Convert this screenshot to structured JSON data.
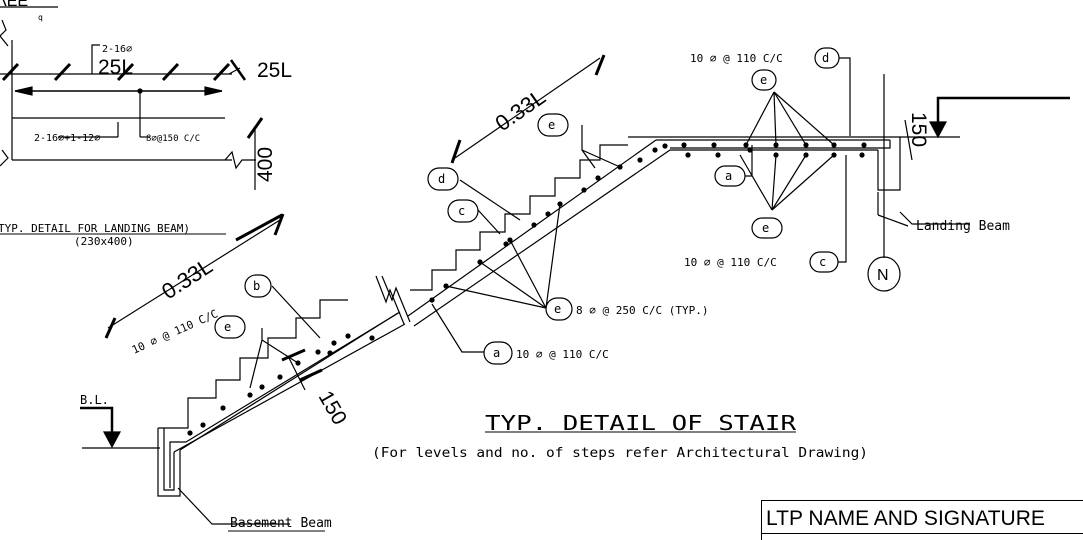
{
  "beam_detail": {
    "top_fragment": "ΛEE",
    "q_mark": "q",
    "top_bar": "2-16⌀",
    "span_left": "25L",
    "span_right": "25L",
    "bottom_bar": "2-16⌀+1-12⌀",
    "stirrups": "8⌀@150 C/C",
    "depth": "400",
    "caption": "TYP. DETAIL FOR LANDING BEAM)",
    "size": "(230x400)"
  },
  "stair": {
    "title": "TYP. DETAIL OF STAIR",
    "note": "(For levels and no. of steps refer Architectural Drawing)",
    "dim_upper": "0.33L",
    "dim_lower": "0.33L",
    "dim_150_bottom": "150",
    "dim_150_top": "150",
    "bl_label": "B.L.",
    "basement_beam": "Basement Beam",
    "landing_beam": "Landing Beam",
    "north": "N",
    "callouts": {
      "d_top": {
        "letter": "d",
        "text": "10 ⌀ @ 110 C/C"
      },
      "e_top": {
        "letter": "e"
      },
      "a_top": {
        "letter": "a"
      },
      "e_mid": {
        "letter": "e"
      },
      "c_right": {
        "letter": "c",
        "text": "10 ⌀ @ 110 C/C"
      },
      "e_upper": {
        "letter": "e"
      },
      "d_left": {
        "letter": "d"
      },
      "c_left": {
        "letter": "c"
      },
      "e_dist": {
        "letter": "e",
        "text": "8 ⌀ @ 250 C/C (TYP.)"
      },
      "a_bottom": {
        "letter": "a",
        "text": "10 ⌀ @ 110 C/C"
      },
      "b": {
        "letter": "b",
        "text": "10 ⌀ @ 110 C/C"
      },
      "e_lower": {
        "letter": "e"
      }
    }
  },
  "signature": {
    "label": "LTP NAME AND SIGNATURE"
  }
}
